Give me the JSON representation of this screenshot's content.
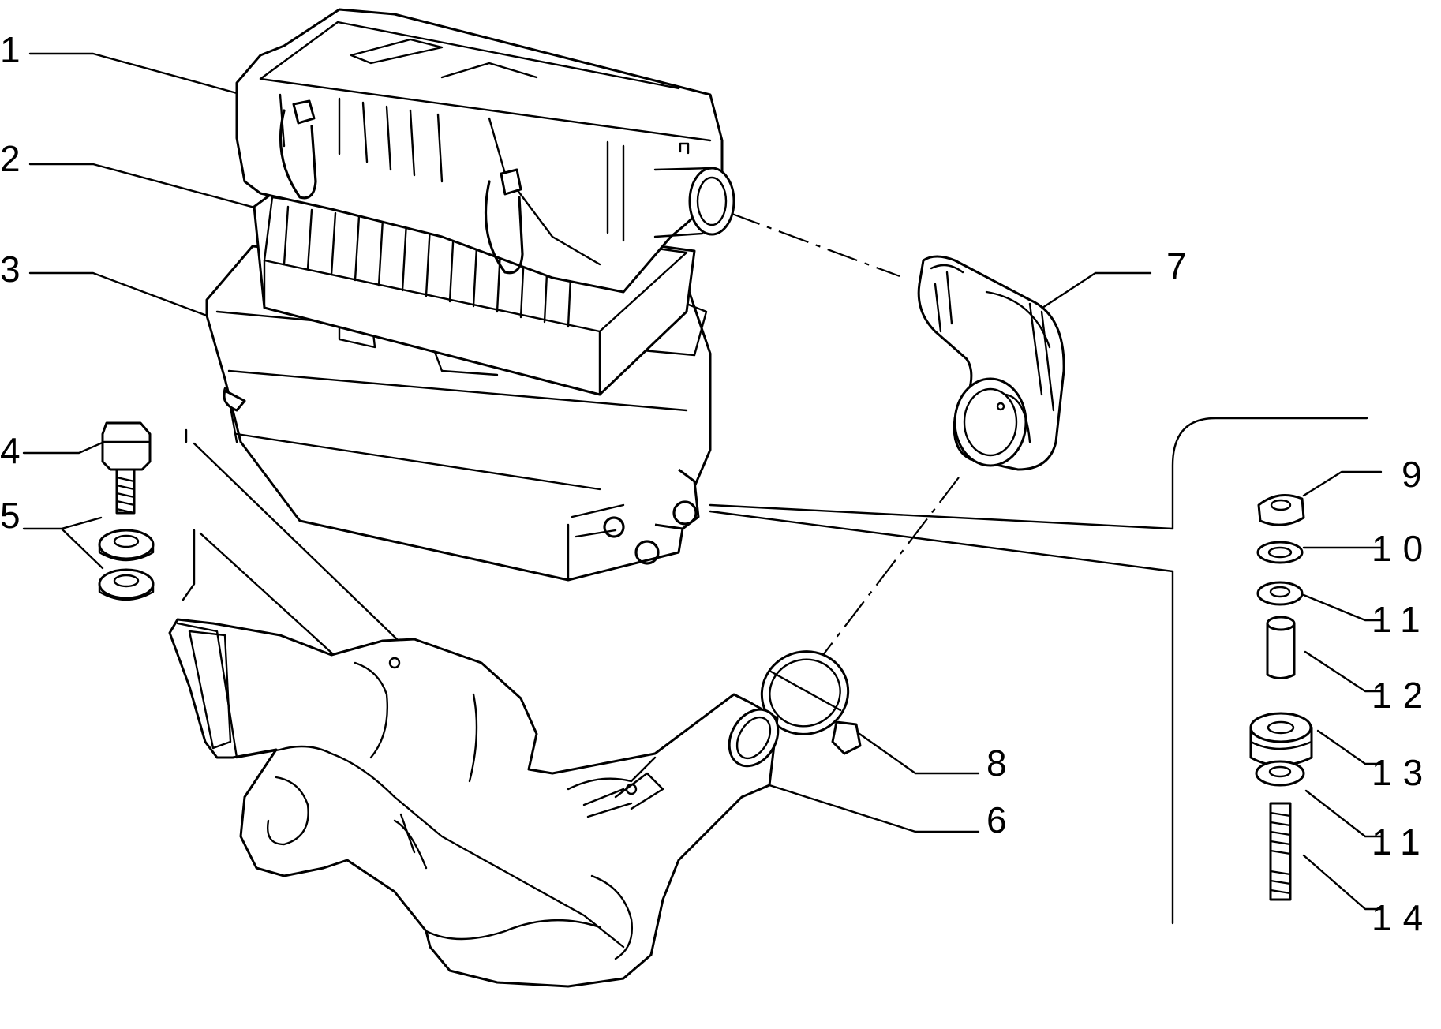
{
  "callouts": [
    {
      "id": "p1",
      "number": "1"
    },
    {
      "id": "p2",
      "number": "2"
    },
    {
      "id": "p3",
      "number": "3"
    },
    {
      "id": "p4",
      "number": "4"
    },
    {
      "id": "p5",
      "number": "5"
    },
    {
      "id": "p6",
      "number": "6"
    },
    {
      "id": "p7",
      "number": "7"
    },
    {
      "id": "p8",
      "number": "8"
    },
    {
      "id": "p9",
      "number": "9"
    },
    {
      "id": "p10",
      "number": "10"
    },
    {
      "id": "p11a",
      "number": "11"
    },
    {
      "id": "p12",
      "number": "12"
    },
    {
      "id": "p13",
      "number": "13"
    },
    {
      "id": "p11b",
      "number": "11"
    },
    {
      "id": "p14",
      "number": "14"
    }
  ],
  "parts": [
    {
      "id": "p1",
      "part": "air filter cover"
    },
    {
      "id": "p2",
      "part": "filter element"
    },
    {
      "id": "p3",
      "part": "air filter housing"
    },
    {
      "id": "p4",
      "part": "bolt"
    },
    {
      "id": "p5",
      "part": "washers"
    },
    {
      "id": "p6",
      "part": "intake duct"
    },
    {
      "id": "p7",
      "part": "elbow hose"
    },
    {
      "id": "p8",
      "part": "hose clamp"
    },
    {
      "id": "p9",
      "part": "nut"
    },
    {
      "id": "p10",
      "part": "spring washer"
    },
    {
      "id": "p11",
      "part": "washer"
    },
    {
      "id": "p12",
      "part": "spacer sleeve"
    },
    {
      "id": "p13",
      "part": "rubber mount"
    },
    {
      "id": "p14",
      "part": "stud"
    }
  ]
}
